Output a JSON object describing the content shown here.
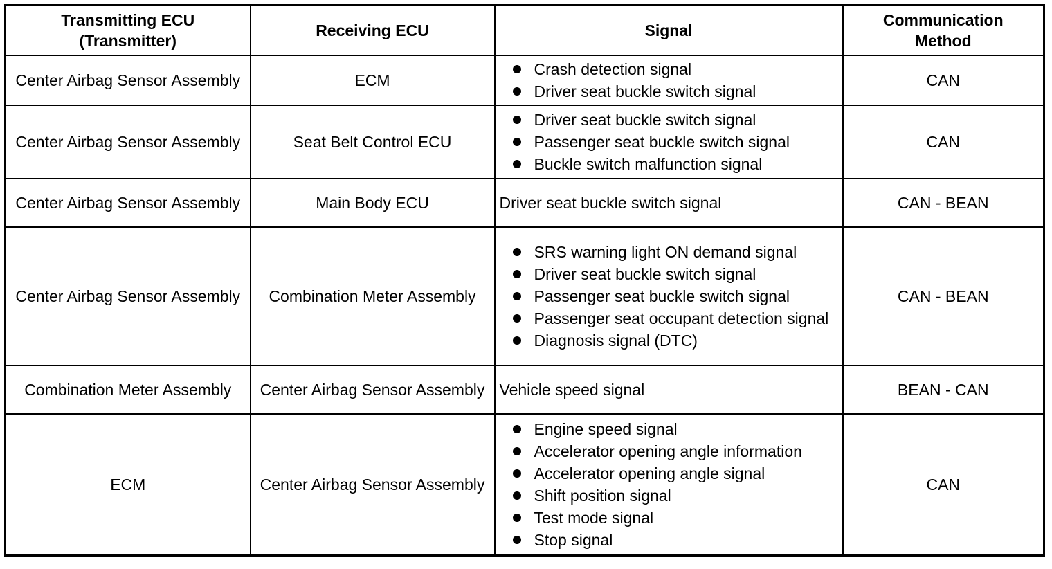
{
  "headers": {
    "transmitting": "Transmitting ECU (Transmitter)",
    "transmitting_line1": "Transmitting ECU",
    "transmitting_line2": "(Transmitter)",
    "receiving": "Receiving ECU",
    "signal": "Signal",
    "method_line1": "Communication",
    "method_line2": "Method"
  },
  "rows": [
    {
      "transmitting": "Center Airbag Sensor Assembly",
      "receiving": "ECM",
      "signals": [
        "Crash detection signal",
        "Driver seat buckle switch signal"
      ],
      "method": "CAN"
    },
    {
      "transmitting": "Center Airbag Sensor Assembly",
      "receiving": "Seat Belt Control ECU",
      "signals": [
        "Driver seat buckle switch signal",
        "Passenger seat buckle switch signal",
        "Buckle switch malfunction signal"
      ],
      "method": "CAN"
    },
    {
      "transmitting": "Center Airbag Sensor Assembly",
      "receiving": "Main Body ECU",
      "signal_text": "Driver seat buckle switch signal",
      "method": "CAN - BEAN"
    },
    {
      "transmitting": "Center Airbag Sensor Assembly",
      "receiving": "Combination Meter Assembly",
      "signals": [
        "SRS warning light ON demand signal",
        "Driver seat buckle switch signal",
        "Passenger seat buckle switch signal",
        "Passenger seat occupant detection signal",
        "Diagnosis signal (DTC)"
      ],
      "method": "CAN - BEAN"
    },
    {
      "transmitting": "Combination Meter Assembly",
      "receiving": "Center Airbag Sensor Assembly",
      "signal_text": "Vehicle speed signal",
      "method": "BEAN - CAN"
    },
    {
      "transmitting": "ECM",
      "receiving": "Center Airbag Sensor Assembly",
      "signals": [
        "Engine speed signal",
        "Accelerator opening angle information",
        "Accelerator opening angle signal",
        "Shift position signal",
        "Test mode signal",
        "Stop signal"
      ],
      "method": "CAN"
    }
  ]
}
